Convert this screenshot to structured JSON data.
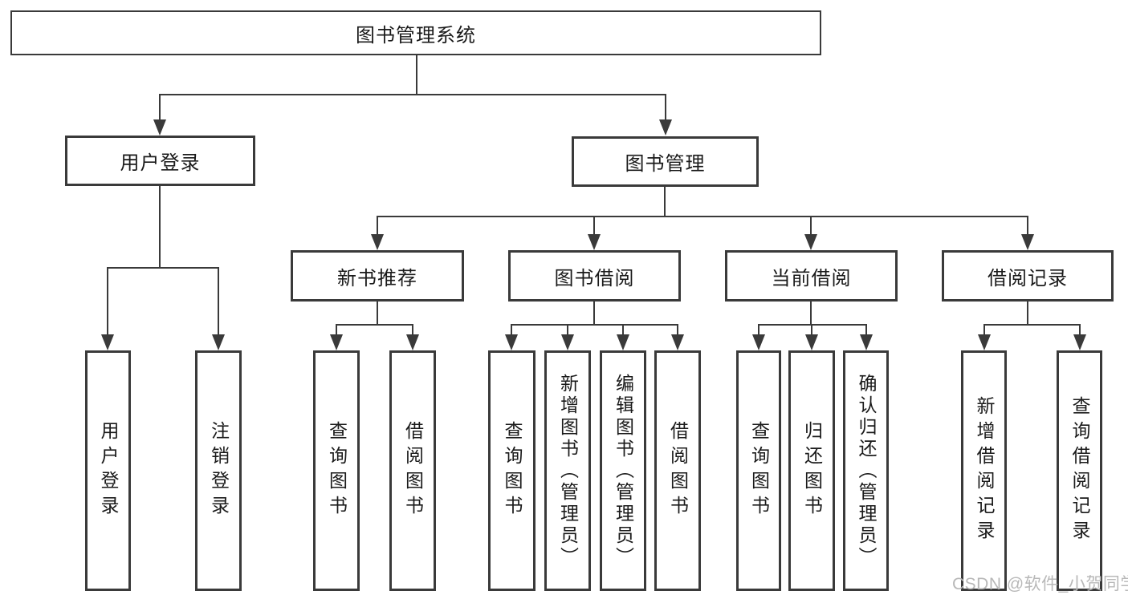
{
  "diagram": {
    "title": "图书管理系统",
    "nodes": {
      "root": {
        "label": "图书管理系统",
        "parent": null
      },
      "user_login": {
        "label": "用户登录",
        "parent": "root"
      },
      "book_mgmt": {
        "label": "图书管理",
        "parent": "root"
      },
      "new_books": {
        "label": "新书推荐",
        "parent": "book_mgmt"
      },
      "book_borrow": {
        "label": "图书借阅",
        "parent": "book_mgmt"
      },
      "current_borrow": {
        "label": "当前借阅",
        "parent": "book_mgmt"
      },
      "borrow_records": {
        "label": "借阅记录",
        "parent": "book_mgmt"
      },
      "leaf_login": {
        "label": "用户登录",
        "parent": "user_login"
      },
      "leaf_logout": {
        "label": "注销登录",
        "parent": "user_login"
      },
      "leaf_nb_query": {
        "label": "查询图书",
        "parent": "new_books"
      },
      "leaf_nb_borrow": {
        "label": "借阅图书",
        "parent": "new_books"
      },
      "leaf_bb_query": {
        "label": "查询图书",
        "parent": "book_borrow"
      },
      "leaf_bb_add": {
        "label": "新增图书（管理员）",
        "parent": "book_borrow"
      },
      "leaf_bb_edit": {
        "label": "编辑图书（管理员）",
        "parent": "book_borrow"
      },
      "leaf_bb_borrow": {
        "label": "借阅图书",
        "parent": "book_borrow"
      },
      "leaf_cb_query": {
        "label": "查询图书",
        "parent": "current_borrow"
      },
      "leaf_cb_return": {
        "label": "归还图书",
        "parent": "current_borrow"
      },
      "leaf_cb_confirm": {
        "label": "确认归还（管理员）",
        "parent": "current_borrow"
      },
      "leaf_br_add": {
        "label": "新增借阅记录",
        "parent": "borrow_records"
      },
      "leaf_br_query": {
        "label": "查询借阅记录",
        "parent": "borrow_records"
      }
    },
    "colors": {
      "line": "#3a3a3a",
      "text": "#1a1a1a",
      "background": "#ffffff",
      "watermark": "#b8b8b8"
    }
  },
  "watermark": {
    "text": "CSDN @软件_小贺同学"
  }
}
